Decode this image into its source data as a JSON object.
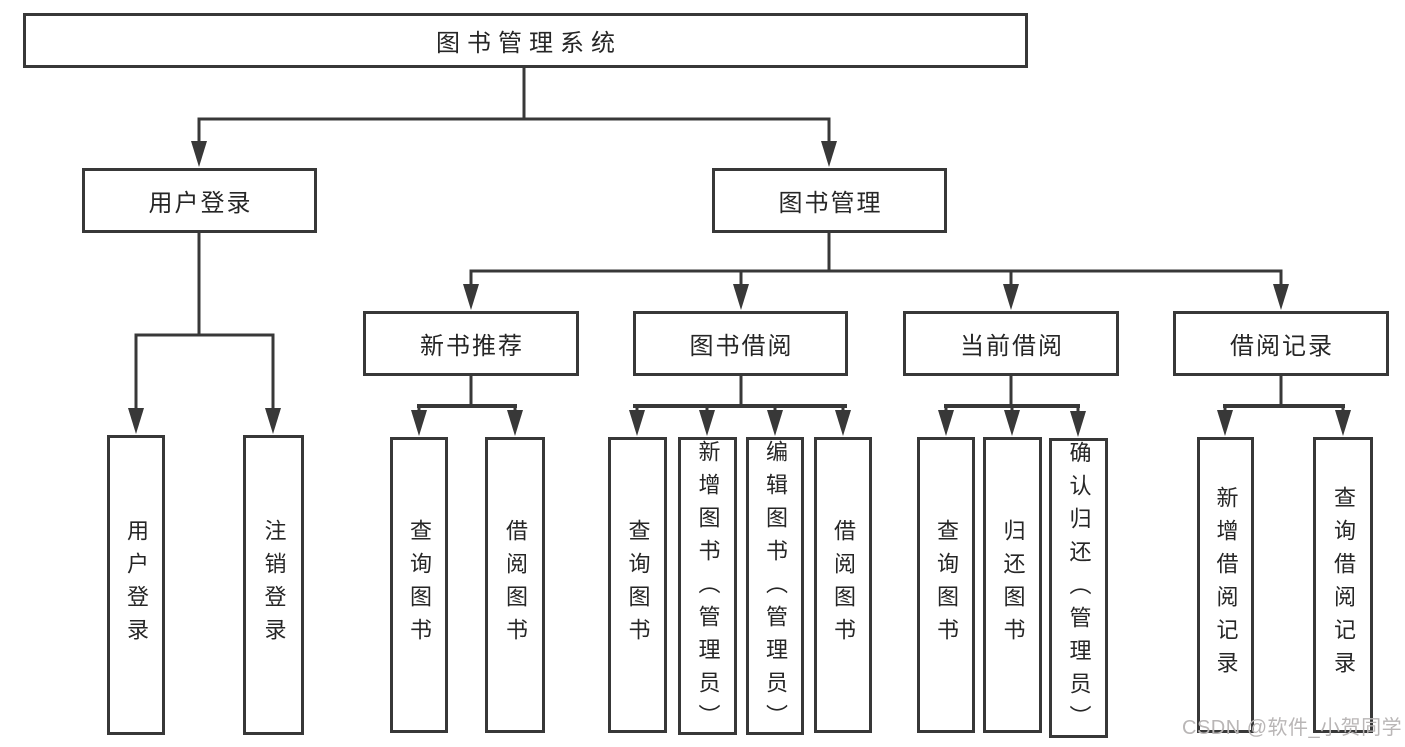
{
  "diagram": {
    "root": {
      "label": "图书管理系统"
    },
    "level1": [
      {
        "label": "用户登录",
        "children": [
          {
            "label": "用户登录"
          },
          {
            "label": "注销登录"
          }
        ]
      },
      {
        "label": "图书管理",
        "children": [
          {
            "label": "新书推荐",
            "children": [
              {
                "label": "查询图书"
              },
              {
                "label": "借阅图书"
              }
            ]
          },
          {
            "label": "图书借阅",
            "children": [
              {
                "label": "查询图书"
              },
              {
                "label": "新增图书（管理员）"
              },
              {
                "label": "编辑图书（管理员）"
              },
              {
                "label": "借阅图书"
              }
            ]
          },
          {
            "label": "当前借阅",
            "children": [
              {
                "label": "查询图书"
              },
              {
                "label": "归还图书"
              },
              {
                "label": "确认归还（管理员）"
              }
            ]
          },
          {
            "label": "借阅记录",
            "children": [
              {
                "label": "新增借阅记录"
              },
              {
                "label": "查询借阅记录"
              }
            ]
          }
        ]
      }
    ]
  },
  "watermark": {
    "text": "CSDN @软件_小贺同学"
  },
  "colors": {
    "line": "#383838",
    "box_border": "#383838",
    "text": "#262626",
    "background": "#ffffff",
    "watermark": "#b9b6b6"
  }
}
